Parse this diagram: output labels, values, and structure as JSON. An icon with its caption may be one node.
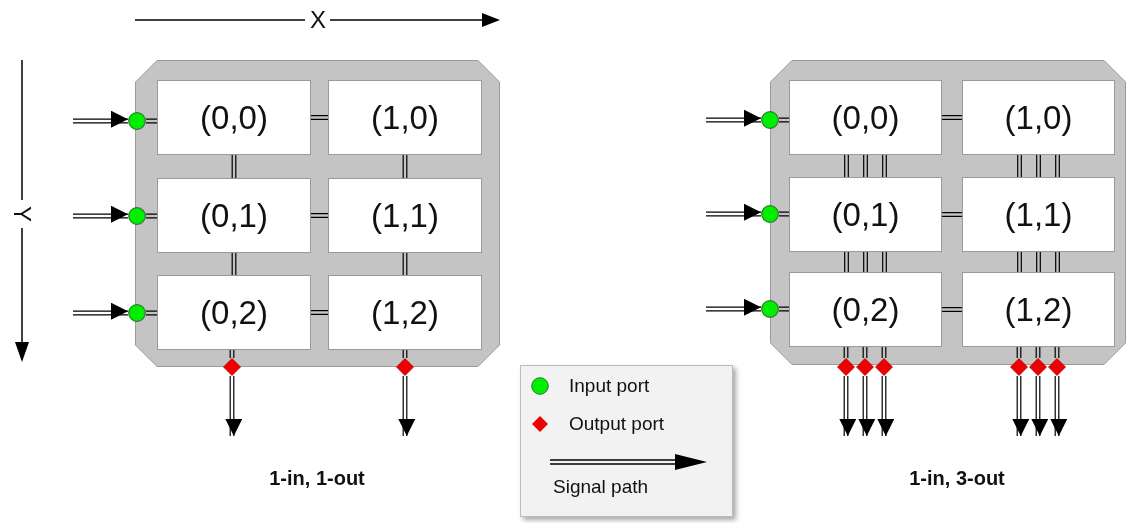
{
  "diagram": {
    "nodes": [
      {
        "text": [],
        "shape": "box"
      },
      {
        "text": [
          "(0,0)"
        ],
        "in": 0
      },
      {
        "text": [
          "(1,0)"
        ],
        "in": 0
      },
      {
        "text": [
          "(0,1)"
        ],
        "in": 0
      },
      {
        "text": [
          "(1,1)"
        ],
        "in": 0
      },
      {
        "text": [
          "(0,2)"
        ],
        "in": 0
      },
      {
        "text": [
          "(1,2)"
        ],
        "in": 0
      },
      {
        "text": [],
        "shape": "circle",
        "in": 0
      },
      {
        "text": [],
        "shape": "circle",
        "in": 0
      },
      {
        "text": [],
        "shape": "circle",
        "in": 0
      },
      {
        "text": [],
        "shape": "diamond",
        "in": 0
      },
      {
        "text": [],
        "shape": "diamond",
        "in": 0
      },
      {
        "text": [],
        "shape": "box"
      },
      {
        "text": [
          "(0,0)"
        ],
        "in": 12
      },
      {
        "text": [
          "(1,0)"
        ],
        "in": 12
      },
      {
        "text": [
          "(0,1)"
        ],
        "in": 12
      },
      {
        "text": [
          "(1,1)"
        ],
        "in": 12
      },
      {
        "text": [
          "(0,2)"
        ],
        "in": 12
      },
      {
        "text": [
          "(1,2)"
        ],
        "in": 12
      },
      {
        "text": [],
        "shape": "circle",
        "in": 12
      },
      {
        "text": [],
        "shape": "circle",
        "in": 12
      },
      {
        "text": [],
        "shape": "circle",
        "in": 12
      },
      {
        "text": [],
        "shape": "diamond",
        "in": 12
      },
      {
        "text": [],
        "shape": "diamond",
        "in": 12
      },
      {
        "text": [],
        "shape": "diamond",
        "in": 12
      },
      {
        "text": [],
        "shape": "diamond",
        "in": 12
      },
      {
        "text": [],
        "shape": "diamond",
        "in": 12
      },
      {
        "text": [],
        "shape": "diamond",
        "in": 12
      }
    ],
    "edges": [
      {
        "from": null,
        "to": 7,
        "arrow": "to"
      },
      {
        "from": null,
        "to": 8,
        "arrow": "to"
      },
      {
        "from": null,
        "to": 9,
        "arrow": "to"
      },
      {
        "from": 7,
        "to": 1,
        "arrow": "none"
      },
      {
        "from": 8,
        "to": 3,
        "arrow": "none"
      },
      {
        "from": 9,
        "to": 5,
        "arrow": "none"
      },
      {
        "from": 1,
        "to": 2,
        "arrow": "none"
      },
      {
        "from": 3,
        "to": 4,
        "arrow": "none"
      },
      {
        "from": 5,
        "to": 6,
        "arrow": "none"
      },
      {
        "from": 1,
        "to": 3,
        "arrow": "none"
      },
      {
        "from": 2,
        "to": 4,
        "arrow": "none"
      },
      {
        "from": 3,
        "to": 5,
        "arrow": "none"
      },
      {
        "from": 4,
        "to": 6,
        "arrow": "none"
      },
      {
        "from": 5,
        "to": 10,
        "arrow": "none"
      },
      {
        "from": 6,
        "to": 11,
        "arrow": "none"
      },
      {
        "from": 10,
        "to": null,
        "arrow": "to"
      },
      {
        "from": 11,
        "to": null,
        "arrow": "to"
      },
      {
        "from": null,
        "to": 19,
        "arrow": "to"
      },
      {
        "from": null,
        "to": 20,
        "arrow": "to"
      },
      {
        "from": null,
        "to": 21,
        "arrow": "to"
      },
      {
        "from": 19,
        "to": 13,
        "arrow": "none"
      },
      {
        "from": 20,
        "to": 15,
        "arrow": "none"
      },
      {
        "from": 21,
        "to": 17,
        "arrow": "none"
      },
      {
        "from": 13,
        "to": 14,
        "arrow": "none"
      },
      {
        "from": 15,
        "to": 16,
        "arrow": "none"
      },
      {
        "from": 17,
        "to": 18,
        "arrow": "none"
      },
      {
        "from": 13,
        "to": 15,
        "arrow": "none"
      },
      {
        "from": 13,
        "to": 15,
        "arrow": "none"
      },
      {
        "from": 13,
        "to": 15,
        "arrow": "none"
      },
      {
        "from": 14,
        "to": 16,
        "arrow": "none"
      },
      {
        "from": 14,
        "to": 16,
        "arrow": "none"
      },
      {
        "from": 14,
        "to": 16,
        "arrow": "none"
      },
      {
        "from": 15,
        "to": 17,
        "arrow": "none"
      },
      {
        "from": 15,
        "to": 17,
        "arrow": "none"
      },
      {
        "from": 15,
        "to": 17,
        "arrow": "none"
      },
      {
        "from": 16,
        "to": 18,
        "arrow": "none"
      },
      {
        "from": 16,
        "to": 18,
        "arrow": "none"
      },
      {
        "from": 16,
        "to": 18,
        "arrow": "none"
      },
      {
        "from": 17,
        "to": 22,
        "arrow": "none"
      },
      {
        "from": 17,
        "to": 23,
        "arrow": "none"
      },
      {
        "from": 17,
        "to": 24,
        "arrow": "none"
      },
      {
        "from": 18,
        "to": 25,
        "arrow": "none"
      },
      {
        "from": 18,
        "to": 26,
        "arrow": "none"
      },
      {
        "from": 18,
        "to": 27,
        "arrow": "none"
      },
      {
        "from": 22,
        "to": null,
        "arrow": "to"
      },
      {
        "from": 23,
        "to": null,
        "arrow": "to"
      },
      {
        "from": 24,
        "to": null,
        "arrow": "to"
      },
      {
        "from": 25,
        "to": null,
        "arrow": "to"
      },
      {
        "from": 26,
        "to": null,
        "arrow": "to"
      },
      {
        "from": 27,
        "to": null,
        "arrow": "to"
      }
    ],
    "labels": [
      "X",
      "Y",
      "1-in, 1-out",
      "1-in, 3-out"
    ],
    "legend": [
      {
        "text": "Input port",
        "color": "#00ee00"
      },
      {
        "text": "Output port",
        "color": "#ee0000"
      },
      {
        "text": "Signal path"
      }
    ]
  }
}
